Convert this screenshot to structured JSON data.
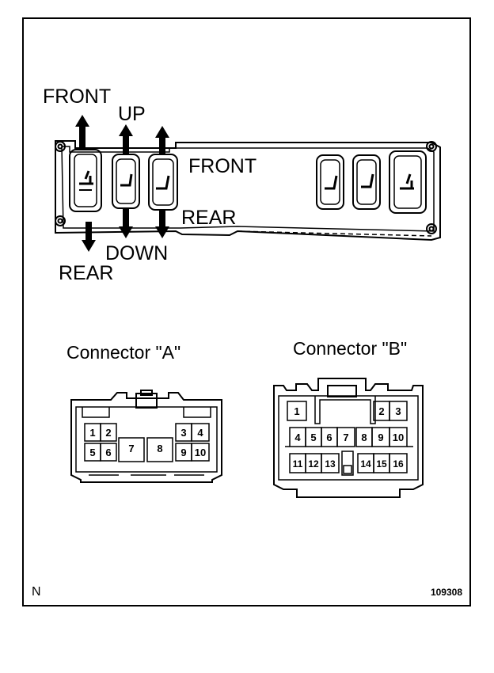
{
  "labels": {
    "front_left": "FRONT",
    "up": "UP",
    "front_switch": "FRONT",
    "rear_switch": "REAR",
    "down": "DOWN",
    "rear_left": "REAR",
    "connector_a": "Connector \"A\"",
    "connector_b": "Connector \"B\"",
    "corner_code": "N",
    "figure_number": "109308"
  },
  "connector_a": {
    "pins": [
      "1",
      "2",
      "3",
      "4",
      "5",
      "6",
      "7",
      "8",
      "9",
      "10"
    ]
  },
  "connector_b": {
    "pins": [
      "1",
      "2",
      "3",
      "4",
      "5",
      "6",
      "7",
      "8",
      "9",
      "10",
      "11",
      "12",
      "13",
      "14",
      "15",
      "16"
    ]
  },
  "icons": [
    "seat-slide-icon",
    "seat-recline-icon",
    "seat-lifter-icon"
  ],
  "colors": {
    "line": "#000000",
    "background": "#ffffff"
  }
}
